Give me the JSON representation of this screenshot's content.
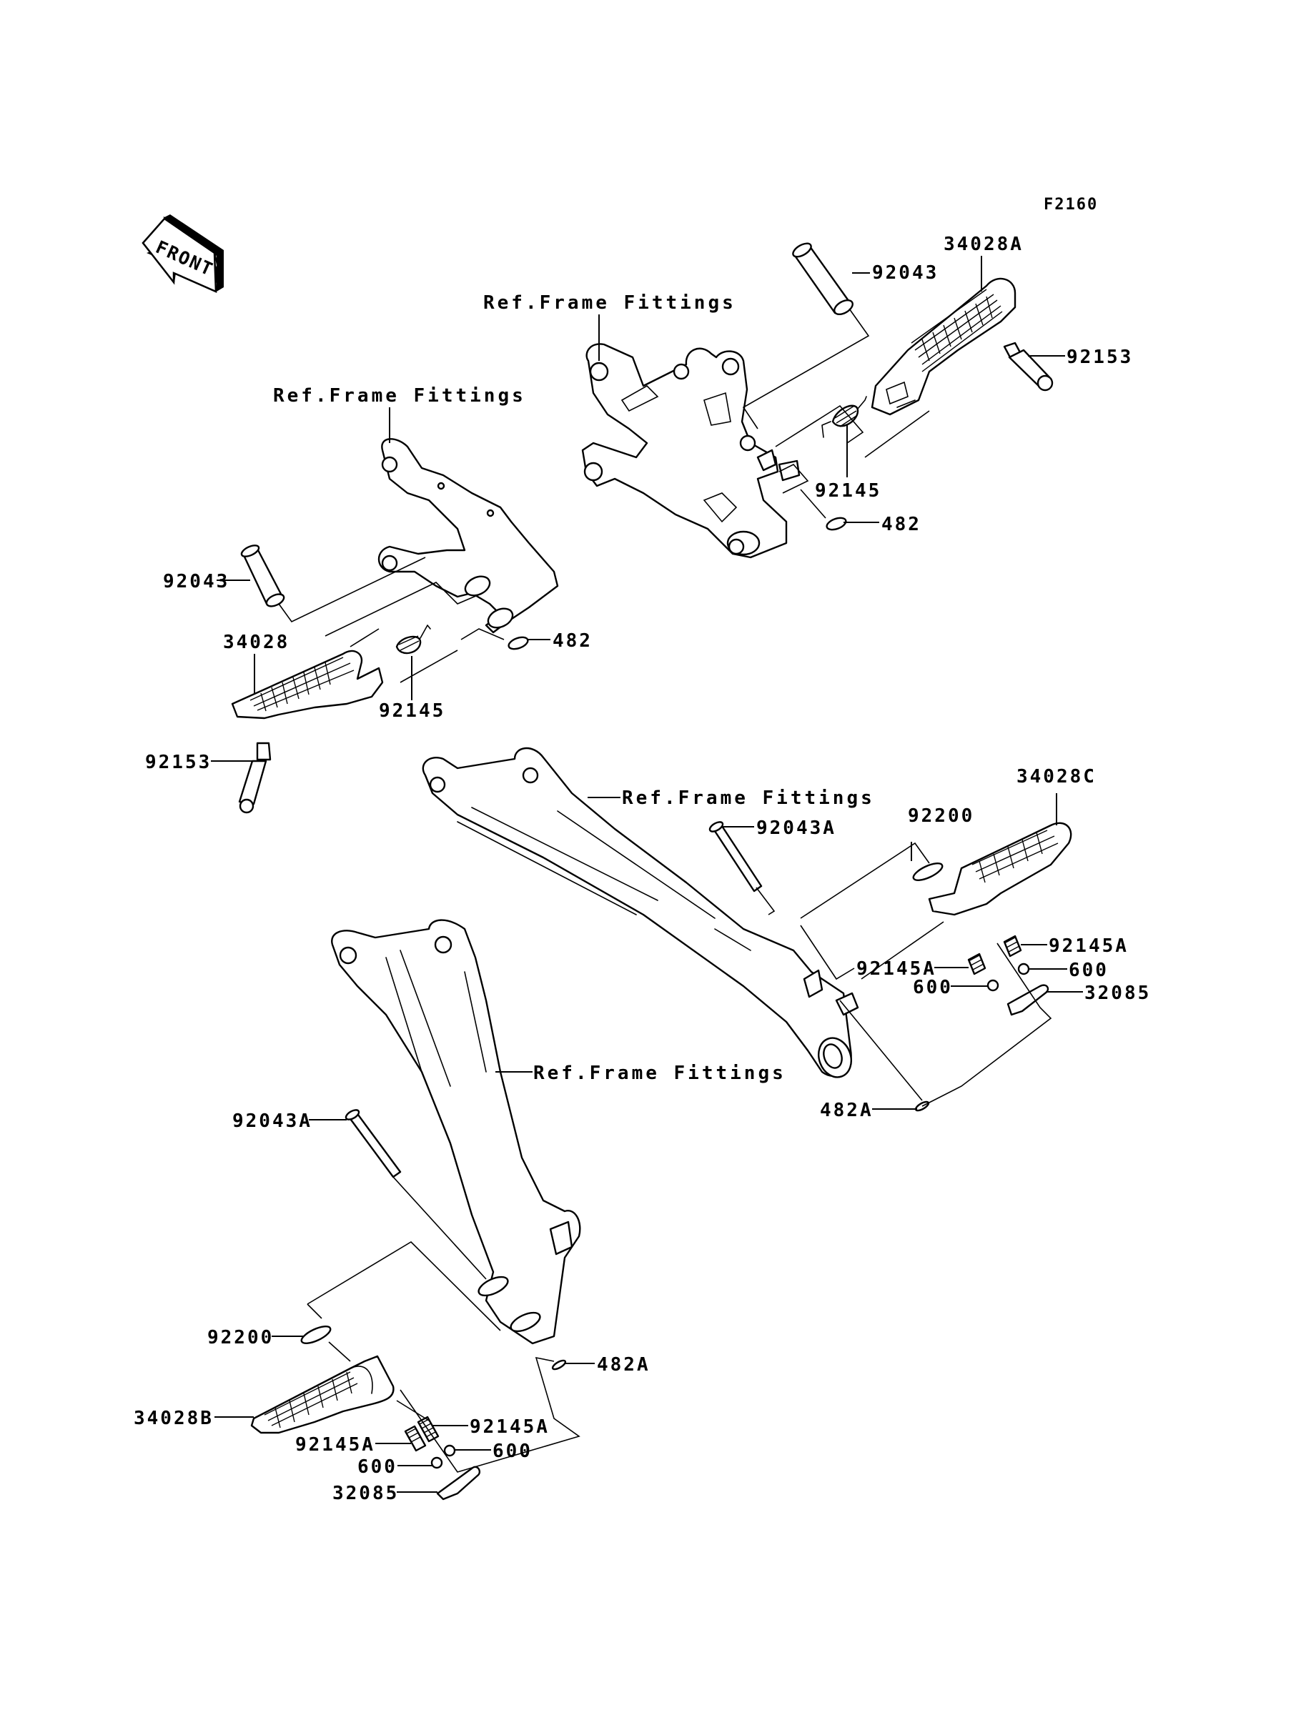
{
  "figure": {
    "id": "F2160",
    "front_indicator": "FRONT"
  },
  "callouts": {
    "ref_frame_fittings": "Ref.Frame Fittings",
    "upper_right": {
      "pin": "92043",
      "footpeg": "34028A",
      "bolt": "92153",
      "spring": "92145",
      "clip": "482"
    },
    "upper_left": {
      "pin": "92043",
      "footpeg": "34028",
      "bolt": "92153",
      "spring": "92145",
      "clip": "482"
    },
    "lower_right": {
      "pin": "92043A",
      "footpeg": "34028C",
      "washer": "92200",
      "spring_a": "92145A",
      "spring_b": "92145A",
      "ball_a": "600",
      "ball_b": "600",
      "plate": "32085",
      "clip": "482A"
    },
    "lower_left": {
      "pin": "92043A",
      "footpeg": "34028B",
      "washer": "92200",
      "spring_a": "92145A",
      "spring_b": "92145A",
      "ball_a": "600",
      "ball_b": "600",
      "plate": "32085",
      "clip": "482A"
    }
  }
}
